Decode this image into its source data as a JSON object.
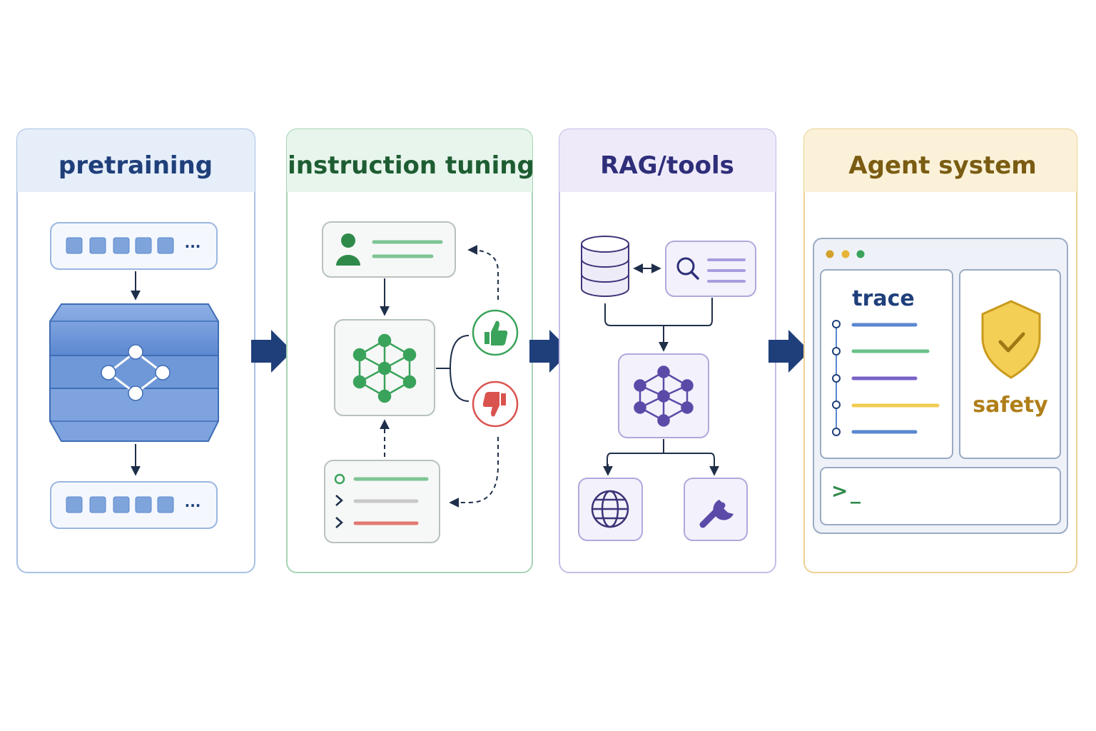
{
  "stages": [
    {
      "id": "pretraining",
      "title": "pretraining",
      "color": "#1f3f7a",
      "header_bg": "#e6eefa",
      "border": "#a9c1e6"
    },
    {
      "id": "instruction",
      "title": "instruction tuning",
      "color": "#1e5d32",
      "header_bg": "#e7f5ec",
      "border": "#a7d4b5"
    },
    {
      "id": "rag",
      "title": "RAG/tools",
      "color": "#2e2e7a",
      "header_bg": "#eeeafa",
      "border": "#c5bde9"
    },
    {
      "id": "agent",
      "title": "Agent system",
      "color": "#7a5c12",
      "header_bg": "#fbf1d8",
      "border": "#ebd294"
    }
  ],
  "pretraining": {
    "token_ellipsis": "···"
  },
  "agent": {
    "trace_label": "trace",
    "safety_label": "safety",
    "prompt_glyph": ">",
    "cursor_glyph": "_"
  },
  "icons": {
    "arrow": "stage-arrow-icon",
    "network": "neural-network-icon",
    "user": "user-icon",
    "thumbs_up": "thumbs-up-icon",
    "thumbs_down": "thumbs-down-icon",
    "database": "database-icon",
    "search": "search-icon",
    "globe": "globe-icon",
    "wrench": "wrench-icon",
    "shield": "shield-check-icon"
  },
  "colors": {
    "arrow": "#1f3f7a",
    "blue": "#5b87cf",
    "green": "#3aa35b",
    "red": "#d9534f",
    "purple": "#5b4aa8",
    "gold": "#e3b636"
  }
}
